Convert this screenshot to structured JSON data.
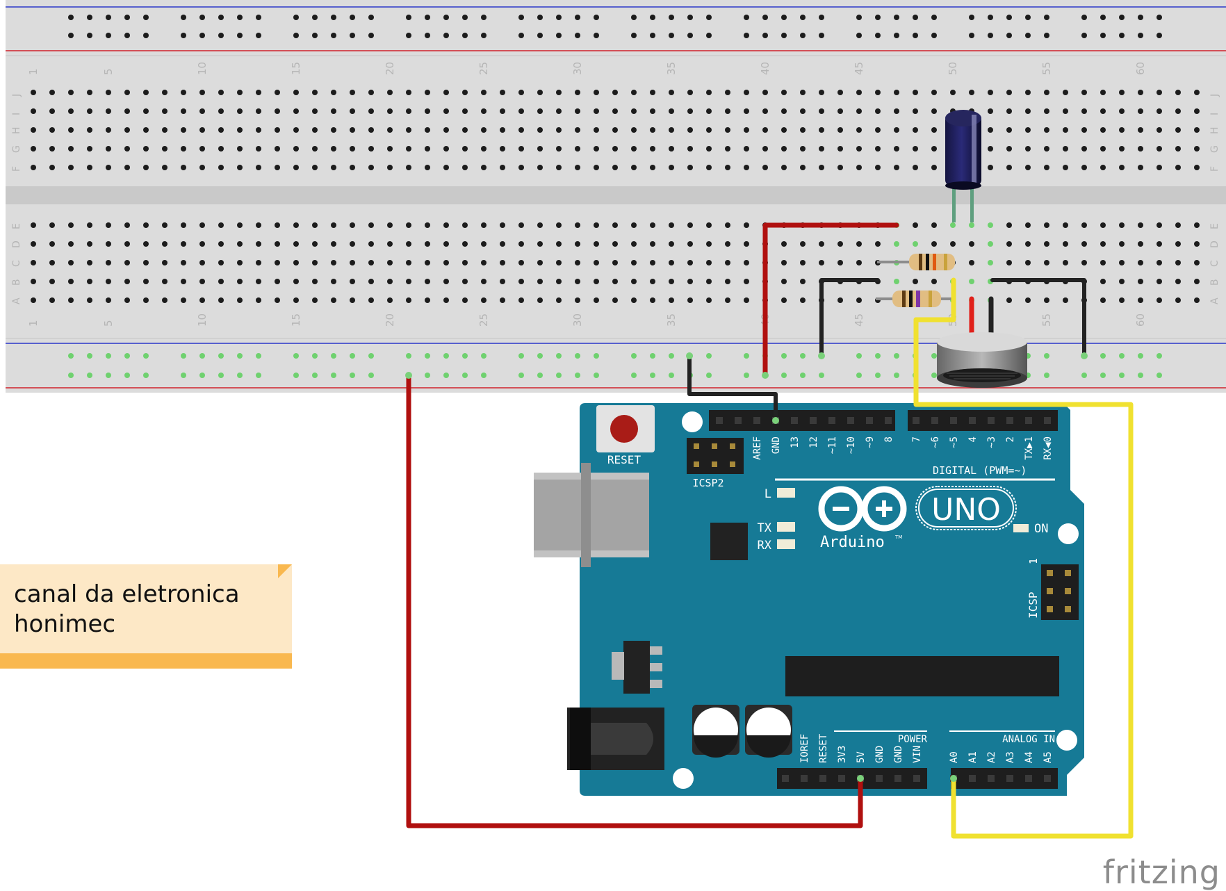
{
  "breadboard": {
    "column_numbers": [
      "1",
      "5",
      "10",
      "15",
      "20",
      "25",
      "30",
      "35",
      "40",
      "45",
      "50",
      "55",
      "60"
    ],
    "row_letters_top": [
      "J",
      "I",
      "H",
      "G",
      "F"
    ],
    "row_letters_bottom": [
      "E",
      "D",
      "C",
      "B",
      "A"
    ]
  },
  "arduino": {
    "reset_label": "RESET",
    "icsp2_label": "ICSP2",
    "icsp_label": "ICSP",
    "icsp_pin1": "1",
    "digital_label": "DIGITAL (PWM=~)",
    "header_top_left_pins": [
      "AREF",
      "GND",
      "13",
      "12",
      "~11",
      "~10",
      "~9",
      "8"
    ],
    "header_top_right_pins": [
      "7",
      "~6",
      "~5",
      "4",
      "~3",
      "2",
      "TX▶1",
      "RX◀0"
    ],
    "led_labels": [
      "L",
      "TX",
      "RX"
    ],
    "on_label": "ON",
    "logo_name": "Arduino",
    "logo_tm": "TM",
    "model": "UNO",
    "power_label": "POWER",
    "power_pins": [
      "IOREF",
      "RESET",
      "3V3",
      "5V",
      "GND",
      "GND",
      "VIN"
    ],
    "analog_label": "ANALOG IN",
    "analog_pins": [
      "A0",
      "A1",
      "A2",
      "A3",
      "A4",
      "A5"
    ]
  },
  "note": {
    "line1": "canal da eletronica",
    "line2": "honimec"
  },
  "brand": "fritzing",
  "colors": {
    "board": "#167a96",
    "wire_red": "#b0100f",
    "wire_black": "#222222",
    "wire_yellow": "#f0e130",
    "connected_hole": "#6fd16f",
    "note_bg": "#fde8c6",
    "note_bar": "#f9b84f"
  }
}
